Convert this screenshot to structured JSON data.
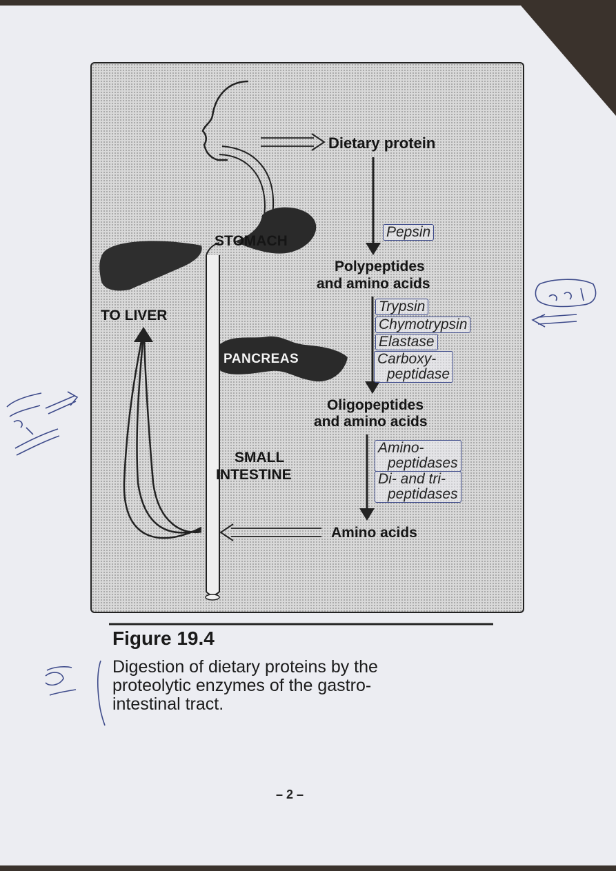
{
  "figure": {
    "labels": {
      "dietary_protein": "Dietary protein",
      "stomach": "STOMACH",
      "polypeptides_1": "Polypeptides",
      "polypeptides_2": "and amino acids",
      "to_liver": "TO LIVER",
      "pancreas": "PANCREAS",
      "oligopeptides_1": "Oligopeptides",
      "oligopeptides_2": "and amino acids",
      "small_1": "SMALL",
      "small_2": "INTESTINE",
      "amino_acids": "Amino acids"
    },
    "enzymes": {
      "pepsin": "Pepsin",
      "trypsin": "Trypsin",
      "chymotrypsin": "Chymotrypsin",
      "elastase": "Elastase",
      "carboxy_1": "Carboxy-",
      "carboxy_2": "peptidase",
      "amino_1": "Amino-",
      "amino_2": "peptidases",
      "ditri_1": "Di- and tri-",
      "ditri_2": "peptidases"
    }
  },
  "caption": {
    "title": "Figure 19.4",
    "line1": "Digestion of dietary proteins by the",
    "line2": "proteolytic enzymes of the gastro-",
    "line3": "intestinal tract."
  },
  "page_number": "– 2 –",
  "colors": {
    "ink_annotation": "#3d4a8a",
    "paper": "#ecedf2"
  }
}
